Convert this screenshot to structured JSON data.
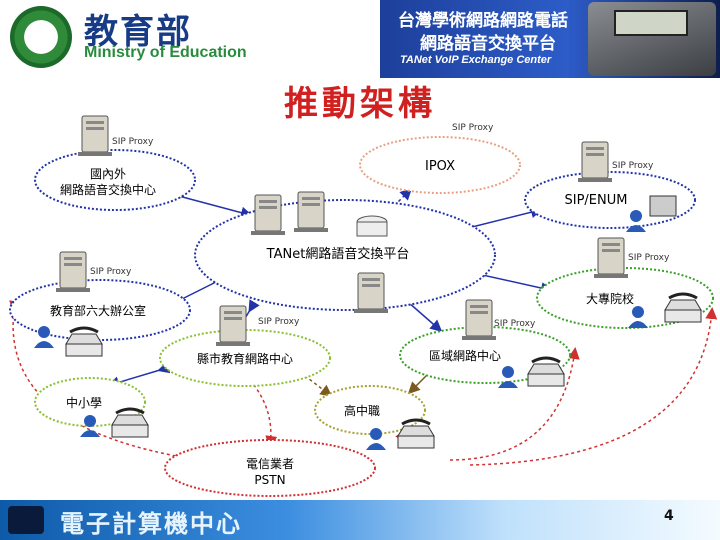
{
  "header": {
    "logo_zh": "教育部",
    "logo_en": "Ministry of Education",
    "platform_line1": "台灣學術網路網路電話",
    "platform_line2": "網路語音交換平台",
    "platform_en": "TANet VoIP Exchange Center"
  },
  "title": "推動架構",
  "diagram": {
    "sip_proxy_label": "SIP Proxy",
    "nodes": {
      "domestic_foreign": "國內外\n網路語音交換中心",
      "ipox": "IPOX",
      "sip_enum": "SIP/ENUM",
      "tanet": "TANet網路語音交換平台",
      "moe_offices": "教育部六大辦公室",
      "university": "大專院校",
      "county_center": "縣市教育網路中心",
      "regional_center": "區域網路中心",
      "elementary": "中小學",
      "high_school": "高中職",
      "telecom_line1": "電信業者",
      "telecom_line2": "PSTN"
    }
  },
  "footer": {
    "org_name": "電子計算機中心",
    "page_number": "4"
  },
  "colors": {
    "title": "#d02020",
    "cloud_blue": "#2233aa",
    "cloud_green": "#3aa02a",
    "cloud_red": "#d03030",
    "cloud_lime": "#8ac030",
    "cloud_orange": "#e8a080",
    "cloud_olive": "#a8a030"
  }
}
